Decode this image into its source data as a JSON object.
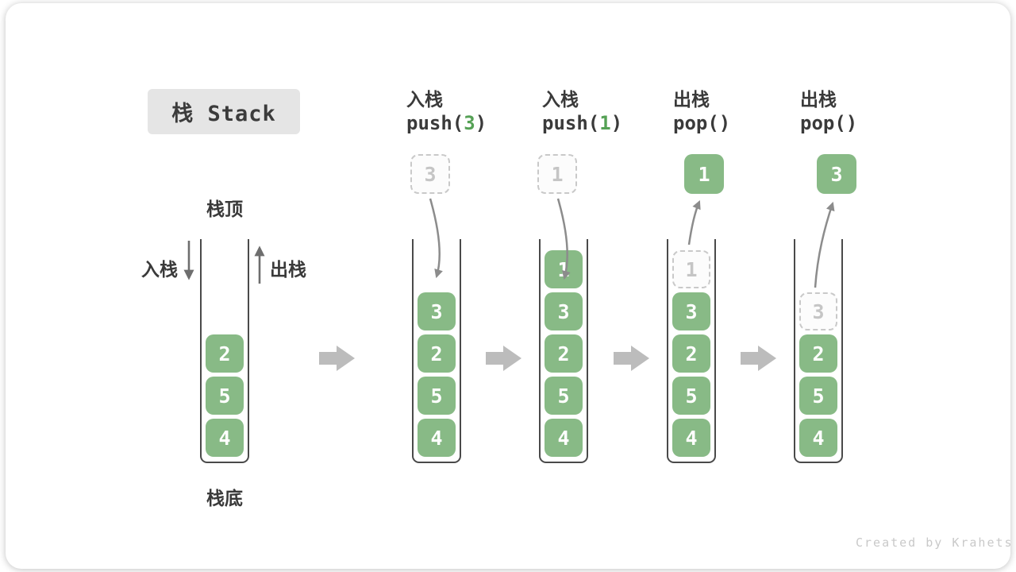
{
  "page": {
    "watermark": "Created by Krahets"
  },
  "title": {
    "label": "栈 Stack"
  },
  "legend": {
    "stack_top": "栈顶",
    "stack_bottom": "栈底",
    "push": "入栈",
    "pop": "出栈"
  },
  "colors": {
    "item_green": "#88ba86",
    "code_arg_green": "#55a155",
    "dashed_gray": "#c9c9c9",
    "curve_arrow_gray": "#8c8c8c",
    "flow_arrow_gray": "#bcbcbc",
    "title_bg": "#e5e5e5"
  },
  "columns": [
    {
      "name": "initial-stack",
      "items": [
        {
          "v": "2"
        },
        {
          "v": "5"
        },
        {
          "v": "4"
        }
      ]
    },
    {
      "name": "push-3",
      "header": {
        "op": "入栈",
        "code_pre": "push(",
        "code_arg": "3",
        "code_post": ")"
      },
      "float": {
        "v": "3",
        "style": "dashed"
      },
      "items": [
        {
          "v": "3"
        },
        {
          "v": "2"
        },
        {
          "v": "5"
        },
        {
          "v": "4"
        }
      ]
    },
    {
      "name": "push-1",
      "header": {
        "op": "入栈",
        "code_pre": "push(",
        "code_arg": "1",
        "code_post": ")"
      },
      "float": {
        "v": "1",
        "style": "dashed"
      },
      "items": [
        {
          "v": "1"
        },
        {
          "v": "3"
        },
        {
          "v": "2"
        },
        {
          "v": "5"
        },
        {
          "v": "4"
        }
      ]
    },
    {
      "name": "pop-first",
      "header": {
        "op": "出栈",
        "code_pre": "pop(",
        "code_arg": "",
        "code_post": ")"
      },
      "float": {
        "v": "1",
        "style": "solid"
      },
      "items": [
        {
          "v": "1",
          "style": "dashed"
        },
        {
          "v": "3"
        },
        {
          "v": "2"
        },
        {
          "v": "5"
        },
        {
          "v": "4"
        }
      ]
    },
    {
      "name": "pop-second",
      "header": {
        "op": "出栈",
        "code_pre": "pop(",
        "code_arg": "",
        "code_post": ")"
      },
      "float": {
        "v": "3",
        "style": "solid"
      },
      "items": [
        {
          "v": "3",
          "style": "dashed"
        },
        {
          "v": "2"
        },
        {
          "v": "5"
        },
        {
          "v": "4"
        }
      ]
    }
  ]
}
